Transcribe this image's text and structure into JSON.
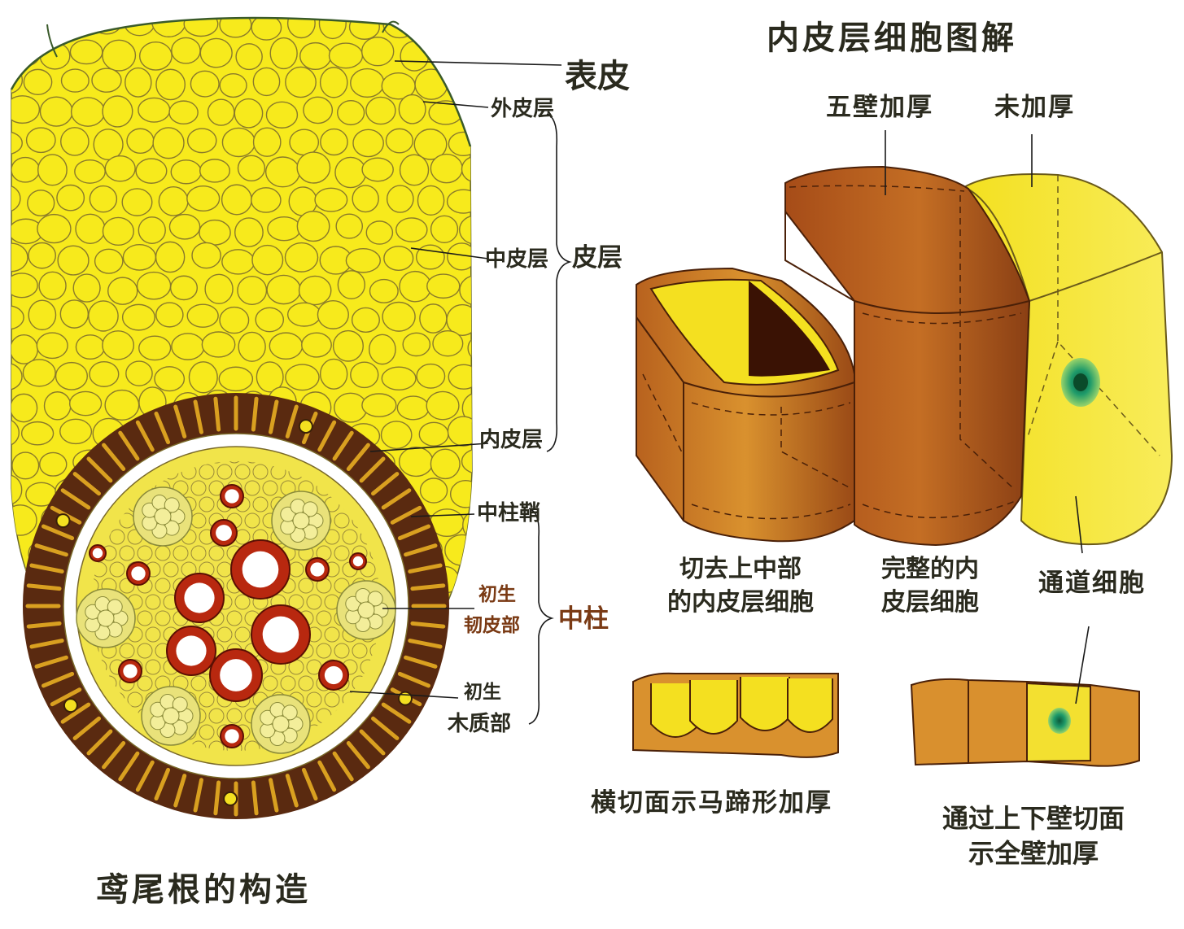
{
  "colors": {
    "parenchyma": "#f7ea1c",
    "cell_wall": "#8a7a2a",
    "endodermis_dark": "#5a2a10",
    "xylem_red": "#b8280f",
    "phloem": "#e9e27a",
    "cell_brown_light": "#d9912e",
    "cell_brown_dark": "#8a3f14",
    "passage_cell_yellow": "#f6e830",
    "nucleus_green": "#1e9a6a",
    "label_text": "#2a2a1e"
  },
  "left_diagram": {
    "caption": "鸢尾根的构造",
    "labels": {
      "epidermis": "表皮",
      "exodermis": "外皮层",
      "mesodermis": "中皮层",
      "cortex": "皮层",
      "endodermis": "内皮层",
      "pericycle": "中柱鞘",
      "primary_phloem_line1": "初生",
      "primary_phloem_line2": "韧皮部",
      "stele": "中柱",
      "primary_xylem_line1": "初生",
      "primary_xylem_line2": "木质部"
    }
  },
  "right_diagram": {
    "title": "内皮层细胞图解",
    "labels": {
      "five_wall_thickened": "五壁加厚",
      "not_thickened": "未加厚",
      "cut_cell_line1": "切去上中部",
      "cut_cell_line2": "的内皮层细胞",
      "whole_cell_line1": "完整的内",
      "whole_cell_line2": "皮层细胞",
      "passage_cell": "通道细胞",
      "horseshoe_line1": "横切面示马蹄形加厚",
      "full_wall_line1": "通过上下壁切面",
      "full_wall_line2": "示全壁加厚"
    }
  }
}
